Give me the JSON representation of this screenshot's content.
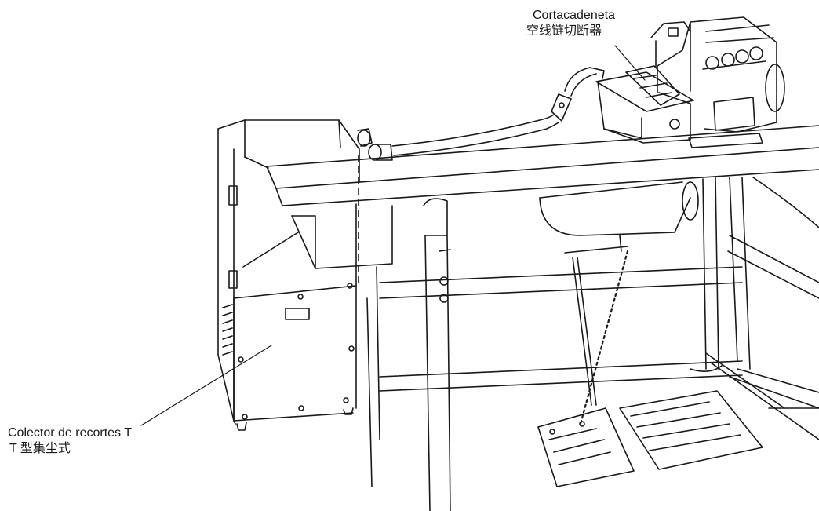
{
  "callouts": {
    "chain_cutter": {
      "es": "Cortacadeneta",
      "zh": "空线链切断器"
    },
    "trimmings_collector": {
      "es": "Colector de recortes T",
      "zh": "T 型集尘式"
    }
  },
  "colors": {
    "line": "#1a1a1a",
    "background": "#ffffff"
  }
}
